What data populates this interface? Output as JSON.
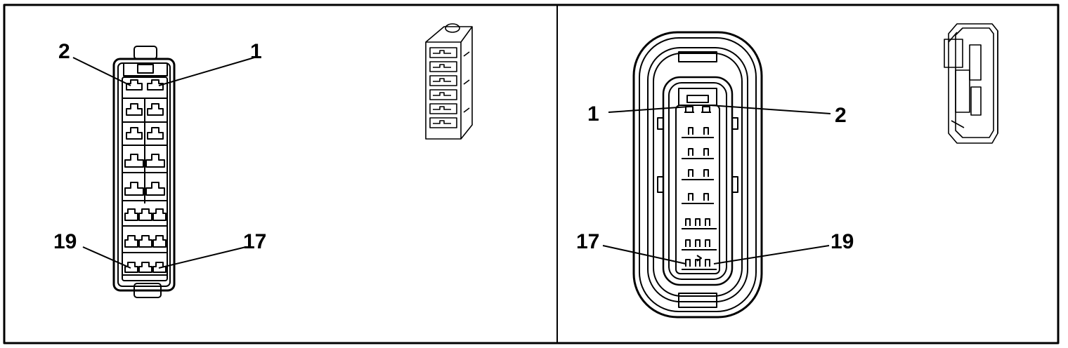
{
  "colors": {
    "ink": "#000000",
    "paper": "#ffffff"
  },
  "left_view": {
    "callouts": {
      "c2": "2",
      "c1": "1",
      "c19": "19",
      "c17": "17"
    }
  },
  "right_view": {
    "callouts": {
      "c1": "1",
      "c2": "2",
      "c17": "17",
      "c19": "19"
    }
  }
}
